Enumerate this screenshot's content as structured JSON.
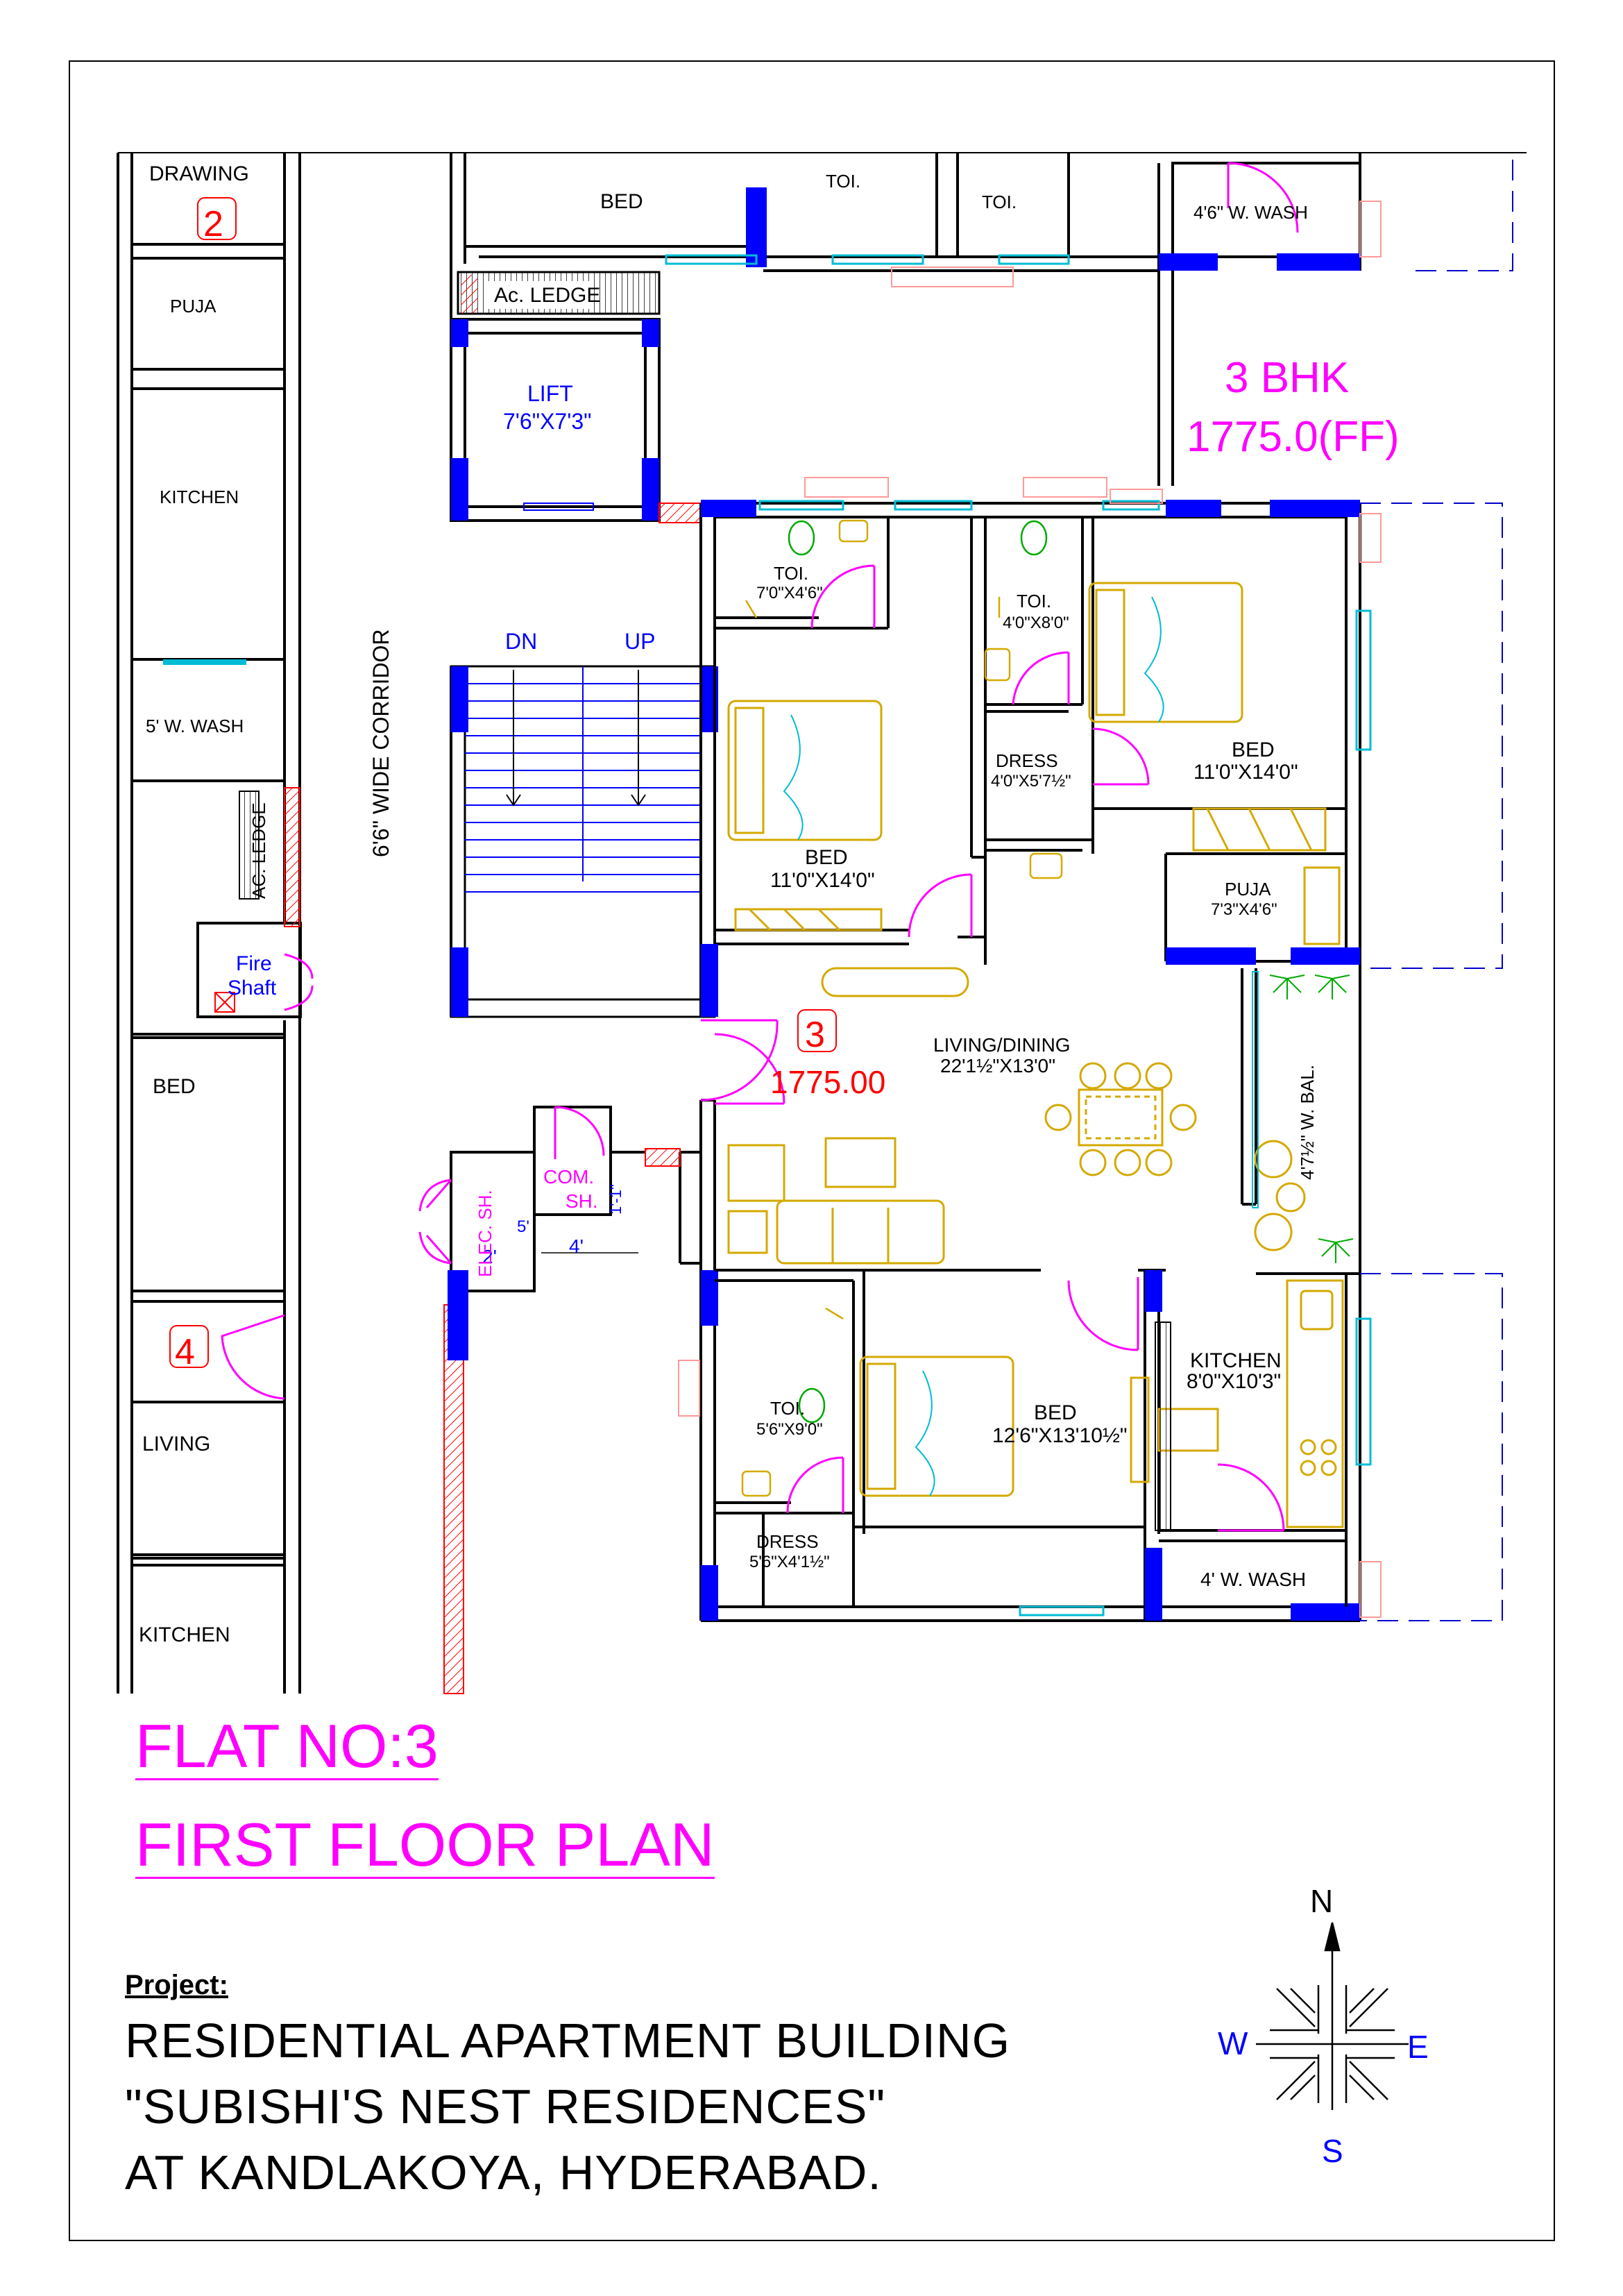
{
  "rooms": {
    "drawing": "DRAWING",
    "puja_left": "PUJA",
    "kitchen_left_top": "KITCHEN",
    "wash_left": "5' W. WASH",
    "ac_ledge_left": "AC. LEDGE",
    "fire_shaft_1": "Fire",
    "fire_shaft_2": "Shaft",
    "bed_left": "BED",
    "living_left": "LIVING",
    "kitchen_left_bottom": "KITCHEN",
    "corridor": "6'6\" WIDE CORRIDOR",
    "bed_top": "BED",
    "toi_top_1": "TOI.",
    "toi_top_2": "TOI.",
    "wash_top": "4'6\" W. WASH",
    "ac_ledge_top": "Ac. LEDGE",
    "lift": "LIFT",
    "lift_size": "7'6\"X7'3\"",
    "stair_dn": "DN",
    "stair_up": "UP",
    "toi1": "TOI.",
    "toi1_size": "7'0\"X4'6\"",
    "toi2": "TOI.",
    "toi2_size": "4'0\"X8'0\"",
    "dress1": "DRESS",
    "dress1_size": "4'0\"X5'7½\"",
    "bed1": "BED",
    "bed1_size": "11'0\"X14'0\"",
    "bed2": "BED",
    "bed2_size": "11'0\"X14'0\"",
    "puja": "PUJA",
    "puja_size": "7'3\"X4'6\"",
    "living": "LIVING/DINING",
    "living_size": "22'1½\"X13'0\"",
    "balcony": "4'7½\" W. BAL.",
    "com_sh_1": "COM.",
    "com_sh_2": "SH.",
    "com_sh_dim": "1'-1\"",
    "elec_sh": "ELEC. SH.",
    "dim_5": "5'",
    "dim_2": "2'",
    "dim_4": "4'",
    "toi3": "TOI.",
    "toi3_size": "5'6\"X9'0\"",
    "bed3": "BED",
    "bed3_size": "12'6\"X13'10½\"",
    "kitchen": "KITCHEN",
    "kitchen_size": "8'0\"X10'3\"",
    "dress3": "DRESS",
    "dress3_size": "5'6\"X4'1½\"",
    "wash_bottom": "4' W. WASH"
  },
  "markers": {
    "flat_2": "2",
    "flat_3": "3",
    "flat_3_area": "1775.00",
    "flat_4": "4"
  },
  "summary": {
    "type": "3 BHK",
    "area": "1775.0(FF)"
  },
  "title": {
    "flat": "FLAT NO:3",
    "floor": "FIRST FLOOR PLAN"
  },
  "project": {
    "heading": "Project:",
    "line1": "RESIDENTIAL APARTMENT BUILDING",
    "line2": "\"SUBISHI'S NEST RESIDENCES\"",
    "line3": "AT KANDLAKOYA, HYDERABAD."
  },
  "compass": {
    "n": "N",
    "s": "S",
    "e": "E",
    "w": "W"
  },
  "colors": {
    "wall": "#000000",
    "column": "#0000ff",
    "title": "#ff00ff",
    "marker": "#ff0000",
    "door": "#ff00ff",
    "furniture": "#d4a900",
    "window": "#00bcd4"
  }
}
